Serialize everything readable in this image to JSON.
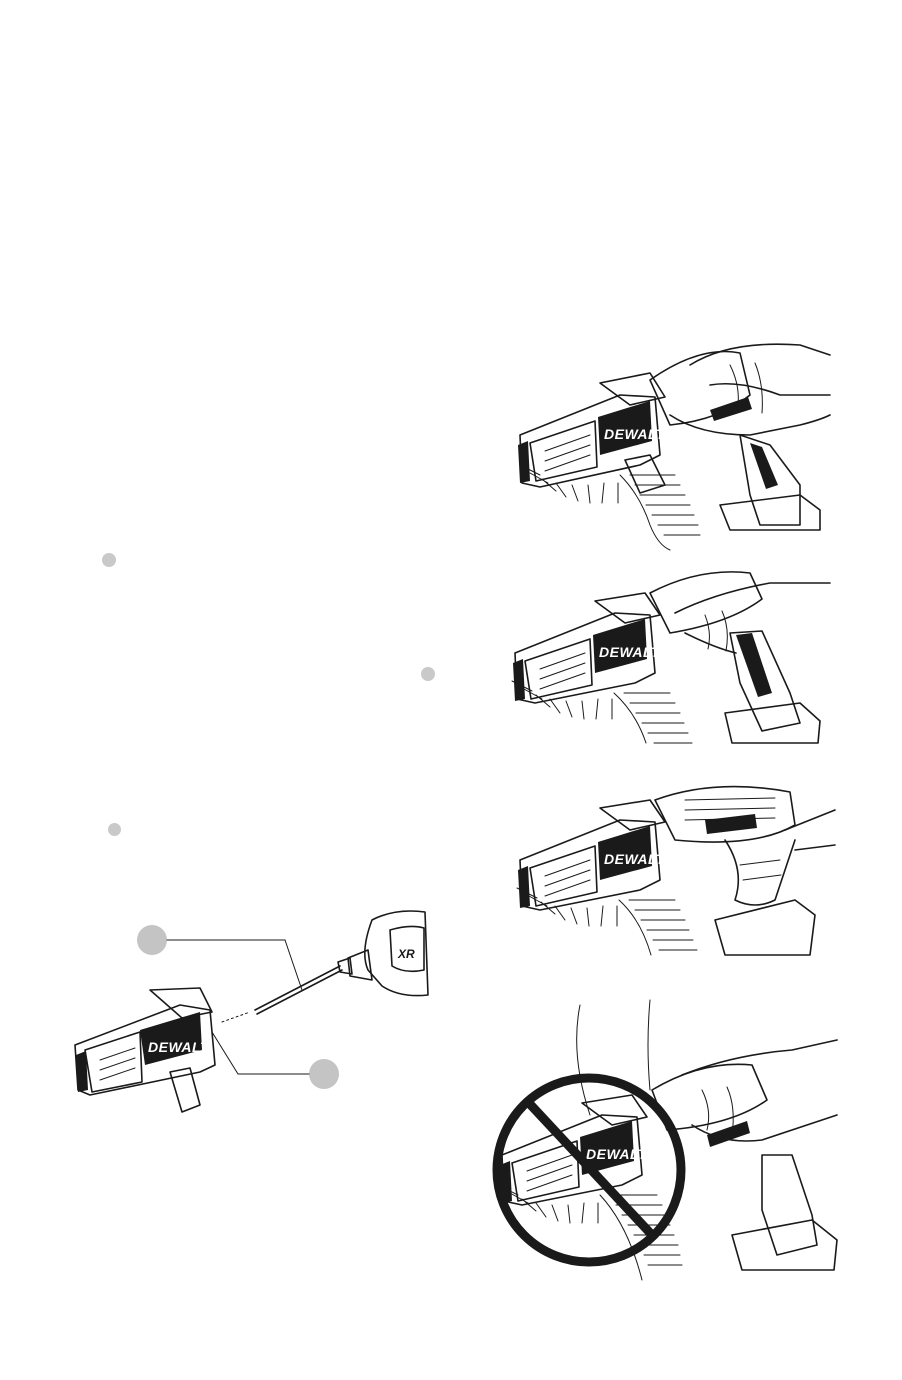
{
  "illustrations": {
    "brand_label": "DEWALT",
    "tool_label": "XR",
    "views": [
      {
        "name": "fig-top-hand-on-back"
      },
      {
        "name": "fig-hand-on-grip"
      },
      {
        "name": "fig-hand-around-handle"
      },
      {
        "name": "fig-prohibited-grip"
      }
    ]
  },
  "colors": {
    "line": "#1a1a1a",
    "callout": "#c4c4c4",
    "paper": "#ffffff"
  }
}
